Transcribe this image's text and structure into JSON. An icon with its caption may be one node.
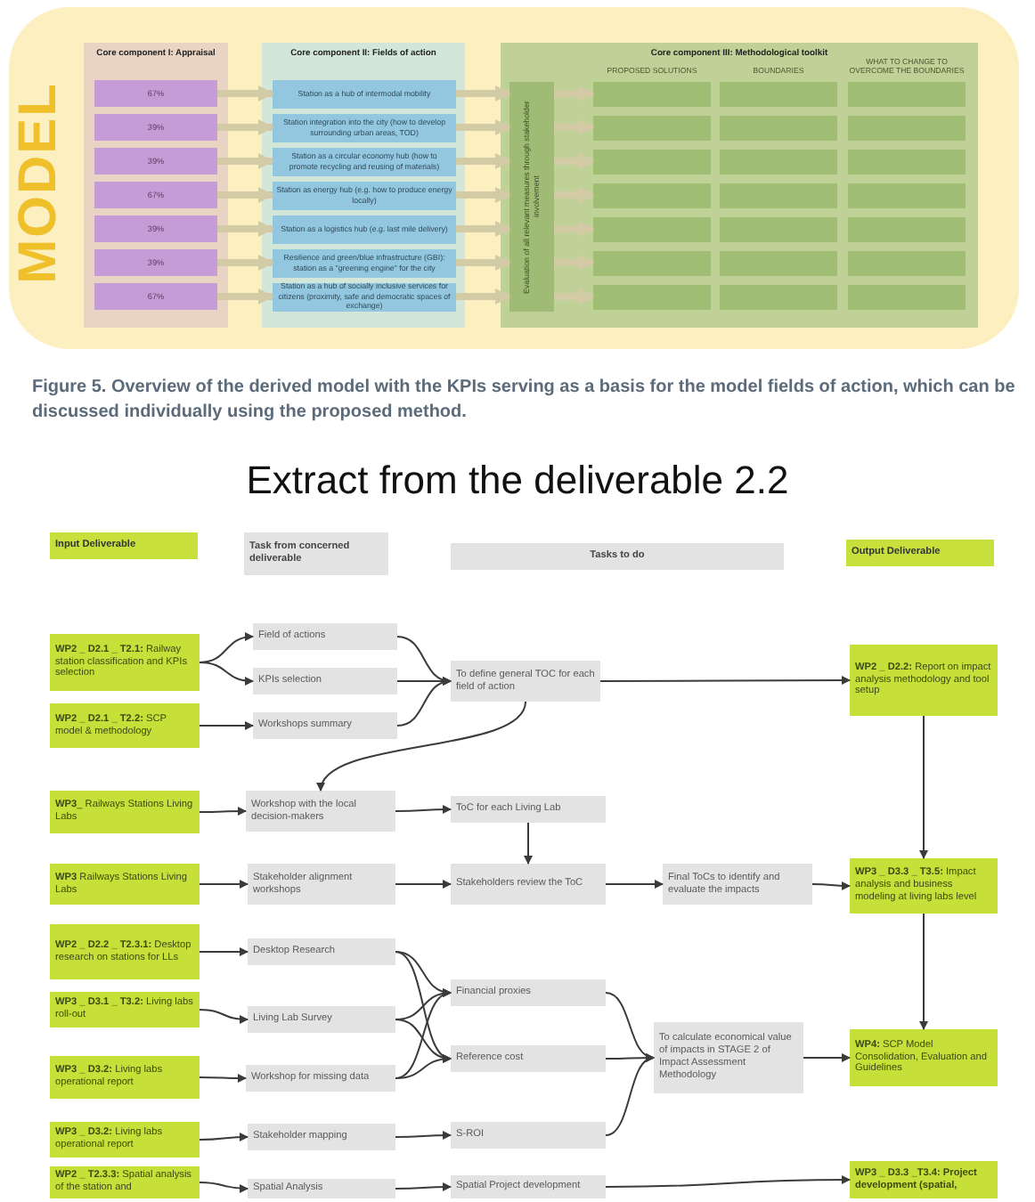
{
  "diagram": {
    "title": "Extract from the deliverable 2.2",
    "caption": "Figure 5. Overview of the derived model with the KPIs serving as a basis for the model fields of action, which can be discussed individually using the proposed method.",
    "nodes": [
      {
        "text": [
          "MODEL"
        ]
      },
      {
        "text": [
          "Core component I: Appraisal"
        ],
        "in": 0
      },
      {
        "text": [
          "67%"
        ],
        "in": 1
      },
      {
        "text": [
          "39%"
        ],
        "in": 1
      },
      {
        "text": [
          "39%"
        ],
        "in": 1
      },
      {
        "text": [
          "67%"
        ],
        "in": 1
      },
      {
        "text": [
          "39%"
        ],
        "in": 1
      },
      {
        "text": [
          "39%"
        ],
        "in": 1
      },
      {
        "text": [
          "67%"
        ],
        "in": 1
      },
      {
        "text": [
          "Core component II: Fields of action"
        ],
        "in": 0
      },
      {
        "text": [
          "Station as a hub of intermodal mobility"
        ],
        "in": 9
      },
      {
        "text": [
          "Station integration into the city (how to develop surrounding urban areas, TOD)"
        ],
        "in": 9
      },
      {
        "text": [
          "Station as a circular economy hub (how to promote recycling and reusing of materials)"
        ],
        "in": 9
      },
      {
        "text": [
          "Station as energy hub (e.g. how to produce energy locally)"
        ],
        "in": 9
      },
      {
        "text": [
          "Station as a logistics hub (e.g. last mile delivery)"
        ],
        "in": 9
      },
      {
        "text": [
          "Resilience and green/blue infrastructure (GBI): station as a \"greening engine\" for the city"
        ],
        "in": 9
      },
      {
        "text": [
          "Station as a hub of socially inclusive services for citizens (proximity, safe and democratic spaces of exchange)"
        ],
        "in": 9
      },
      {
        "text": [
          "Core component III: Methodological toolkit"
        ],
        "in": 0
      },
      {
        "text": [
          "Evaluation of all relevant measures through stakeholder involvement"
        ],
        "in": 17
      },
      {
        "text": [],
        "shape": "box",
        "in": 17
      },
      {
        "text": [],
        "shape": "box",
        "in": 17
      },
      {
        "text": [],
        "shape": "box",
        "in": 17
      },
      {
        "text": [],
        "shape": "box",
        "in": 17
      },
      {
        "text": [],
        "shape": "box",
        "in": 17
      },
      {
        "text": [],
        "shape": "box",
        "in": 17
      },
      {
        "text": [],
        "shape": "box",
        "in": 17
      },
      {
        "text": [],
        "shape": "box",
        "in": 17
      },
      {
        "text": [],
        "shape": "box",
        "in": 17
      },
      {
        "text": [],
        "shape": "box",
        "in": 17
      },
      {
        "text": [],
        "shape": "box",
        "in": 17
      },
      {
        "text": [],
        "shape": "box",
        "in": 17
      },
      {
        "text": [],
        "shape": "box",
        "in": 17
      },
      {
        "text": [],
        "shape": "box",
        "in": 17
      },
      {
        "text": [],
        "shape": "box",
        "in": 17
      },
      {
        "text": [],
        "shape": "box",
        "in": 17
      },
      {
        "text": [],
        "shape": "box",
        "in": 17
      },
      {
        "text": [],
        "shape": "box",
        "in": 17
      },
      {
        "text": [],
        "shape": "box",
        "in": 17
      },
      {
        "text": [],
        "shape": "box",
        "in": 17
      },
      {
        "text": [],
        "shape": "box",
        "in": 17
      },
      {
        "text": [
          "Input Deliverable"
        ]
      },
      {
        "text": [
          "Task from concerned deliverable"
        ]
      },
      {
        "text": [
          "Tasks to do"
        ]
      },
      {
        "text": [
          "Output Deliverable"
        ]
      },
      {
        "text": [
          "**WP2 _ D2.1 _ T2.1:** Railway station classification and KPIs selection"
        ]
      },
      {
        "text": [
          "Field of actions"
        ]
      },
      {
        "text": [
          "KPIs selection"
        ]
      },
      {
        "text": [
          "To define general TOC for each field of action"
        ]
      },
      {
        "text": [
          "**WP2 _ D2.2:** Report on impact analysis methodology and tool setup"
        ]
      },
      {
        "text": [
          "**WP2 _ D2.1 _ T2.2:** SCP model & methodology"
        ]
      },
      {
        "text": [
          "Workshops summary"
        ]
      },
      {
        "text": [
          "**WP3**_ Railways Stations Living Labs"
        ]
      },
      {
        "text": [
          "Workshop with the local decision-makers"
        ]
      },
      {
        "text": [
          "ToC for each Living Lab"
        ]
      },
      {
        "text": [
          "**WP3** Railways Stations Living Labs"
        ]
      },
      {
        "text": [
          "Stakeholder alignment workshops"
        ]
      },
      {
        "text": [
          "Stakeholders review the ToC"
        ]
      },
      {
        "text": [
          "Final ToCs to identify and evaluate the impacts"
        ]
      },
      {
        "text": [
          "**WP3 _ D3.3 _ T3.5:** Impact analysis and business modeling at living labs level"
        ]
      },
      {
        "text": [
          "**WP2 _ D2.2 _ T2.3.1:** Desktop research on stations for LLs"
        ]
      },
      {
        "text": [
          "Desktop Research"
        ]
      },
      {
        "text": [
          "Financial proxies"
        ]
      },
      {
        "text": [
          "**WP3 _ D3.1 _ T3.2:** Living labs roll-out"
        ]
      },
      {
        "text": [
          "Living Lab Survey"
        ]
      },
      {
        "text": [
          "To calculate economical value of impacts in STAGE 2 of Impact Assessment Methodology"
        ]
      },
      {
        "text": [
          "**WP4:** SCP Model Consolidation, Evaluation and Guidelines"
        ]
      },
      {
        "text": [
          "Reference cost"
        ]
      },
      {
        "text": [
          "**WP3 _ D3.2:** Living labs operational report"
        ]
      },
      {
        "text": [
          "Workshop for missing data"
        ]
      },
      {
        "text": [
          "**WP3 _ D3.2:** Living labs operational report"
        ]
      },
      {
        "text": [
          "Stakeholder mapping"
        ]
      },
      {
        "text": [
          "S-ROI"
        ]
      },
      {
        "text": [
          "**WP2 _ T2.3.3:** Spatial analysis of the station and"
        ]
      },
      {
        "text": [
          "Spatial Analysis"
        ]
      },
      {
        "text": [
          "Spatial Project development"
        ]
      },
      {
        "text": [
          "WP3 _ D3.3 _T3.4: Project development (spatial,"
        ]
      }
    ],
    "edges": [
      {
        "from": 2,
        "to": 10,
        "arrow": "to",
        "style": "thick",
        "color": "#d3caa6"
      },
      {
        "from": 10,
        "to": 18,
        "arrow": "to",
        "style": "thick",
        "color": "#d3caa6"
      },
      {
        "from": 18,
        "to": 19,
        "arrow": "to",
        "style": "thick",
        "color": "#d3caa6"
      },
      {
        "from": 3,
        "to": 11,
        "arrow": "to",
        "style": "thick",
        "color": "#d3caa6"
      },
      {
        "from": 11,
        "to": 18,
        "arrow": "to",
        "style": "thick",
        "color": "#d3caa6"
      },
      {
        "from": 18,
        "to": 22,
        "arrow": "to",
        "style": "thick",
        "color": "#d3caa6"
      },
      {
        "from": 4,
        "to": 12,
        "arrow": "to",
        "style": "thick",
        "color": "#d3caa6"
      },
      {
        "from": 12,
        "to": 18,
        "arrow": "to",
        "style": "thick",
        "color": "#d3caa6"
      },
      {
        "from": 18,
        "to": 25,
        "arrow": "to",
        "style": "thick",
        "color": "#d3caa6"
      },
      {
        "from": 5,
        "to": 13,
        "arrow": "to",
        "style": "thick",
        "color": "#d3caa6"
      },
      {
        "from": 13,
        "to": 18,
        "arrow": "to",
        "style": "thick",
        "color": "#d3caa6"
      },
      {
        "from": 18,
        "to": 28,
        "arrow": "to",
        "style": "thick",
        "color": "#d3caa6"
      },
      {
        "from": 6,
        "to": 14,
        "arrow": "to",
        "style": "thick",
        "color": "#d3caa6"
      },
      {
        "from": 14,
        "to": 18,
        "arrow": "to",
        "style": "thick",
        "color": "#d3caa6"
      },
      {
        "from": 18,
        "to": 31,
        "arrow": "to",
        "style": "thick",
        "color": "#d3caa6"
      },
      {
        "from": 7,
        "to": 15,
        "arrow": "to",
        "style": "thick",
        "color": "#d3caa6"
      },
      {
        "from": 15,
        "to": 18,
        "arrow": "to",
        "style": "thick",
        "color": "#d3caa6"
      },
      {
        "from": 18,
        "to": 34,
        "arrow": "to",
        "style": "thick",
        "color": "#d3caa6"
      },
      {
        "from": 8,
        "to": 16,
        "arrow": "to",
        "style": "thick",
        "color": "#d3caa6"
      },
      {
        "from": 16,
        "to": 18,
        "arrow": "to",
        "style": "thick",
        "color": "#d3caa6"
      },
      {
        "from": 18,
        "to": 37,
        "arrow": "to",
        "style": "thick",
        "color": "#d3caa6"
      },
      {
        "from": 44,
        "to": 45,
        "arrow": "to"
      },
      {
        "from": 44,
        "to": 46,
        "arrow": "to"
      },
      {
        "from": 49,
        "to": 50,
        "arrow": "to"
      },
      {
        "from": 45,
        "to": 47,
        "arrow": "to"
      },
      {
        "from": 46,
        "to": 47,
        "arrow": "to"
      },
      {
        "from": 50,
        "to": 47,
        "arrow": "to"
      },
      {
        "from": 47,
        "to": 48,
        "arrow": "to"
      },
      {
        "from": 47,
        "to": 52,
        "arrow": "to"
      },
      {
        "from": 51,
        "to": 52,
        "arrow": "to"
      },
      {
        "from": 52,
        "to": 53,
        "arrow": "to"
      },
      {
        "from": 53,
        "to": 56,
        "arrow": "to"
      },
      {
        "from": 54,
        "to": 55,
        "arrow": "to"
      },
      {
        "from": 55,
        "to": 56,
        "arrow": "to"
      },
      {
        "from": 56,
        "to": 57,
        "arrow": "to"
      },
      {
        "from": 57,
        "to": 58,
        "arrow": "to"
      },
      {
        "from": 48,
        "to": 58,
        "arrow": "to"
      },
      {
        "from": 58,
        "to": 65,
        "arrow": "to"
      },
      {
        "from": 59,
        "to": 60,
        "arrow": "to"
      },
      {
        "from": 62,
        "to": 63,
        "arrow": "to"
      },
      {
        "from": 67,
        "to": 68,
        "arrow": "to"
      },
      {
        "from": 60,
        "to": 61,
        "arrow": "to"
      },
      {
        "from": 60,
        "to": 66,
        "arrow": "to"
      },
      {
        "from": 63,
        "to": 61,
        "arrow": "to"
      },
      {
        "from": 63,
        "to": 66,
        "arrow": "to"
      },
      {
        "from": 68,
        "to": 61,
        "arrow": "to"
      },
      {
        "from": 68,
        "to": 66,
        "arrow": "to"
      },
      {
        "from": 61,
        "to": 64,
        "arrow": "to"
      },
      {
        "from": 66,
        "to": 64,
        "arrow": "to"
      },
      {
        "from": 71,
        "to": 64,
        "arrow": "to"
      },
      {
        "from": 64,
        "to": 65,
        "arrow": "to"
      },
      {
        "from": 69,
        "to": 70,
        "arrow": "to"
      },
      {
        "from": 70,
        "to": 71,
        "arrow": "to"
      },
      {
        "from": 72,
        "to": 73,
        "arrow": "to"
      },
      {
        "from": 73,
        "to": 74,
        "arrow": "to"
      },
      {
        "from": 74,
        "to": 75,
        "arrow": "to"
      }
    ],
    "labels": [
      "PROPOSED SOLUTIONS",
      "BOUNDARIES",
      "WHAT TO CHANGE TO OVERCOME THE BOUNDARIES"
    ]
  }
}
